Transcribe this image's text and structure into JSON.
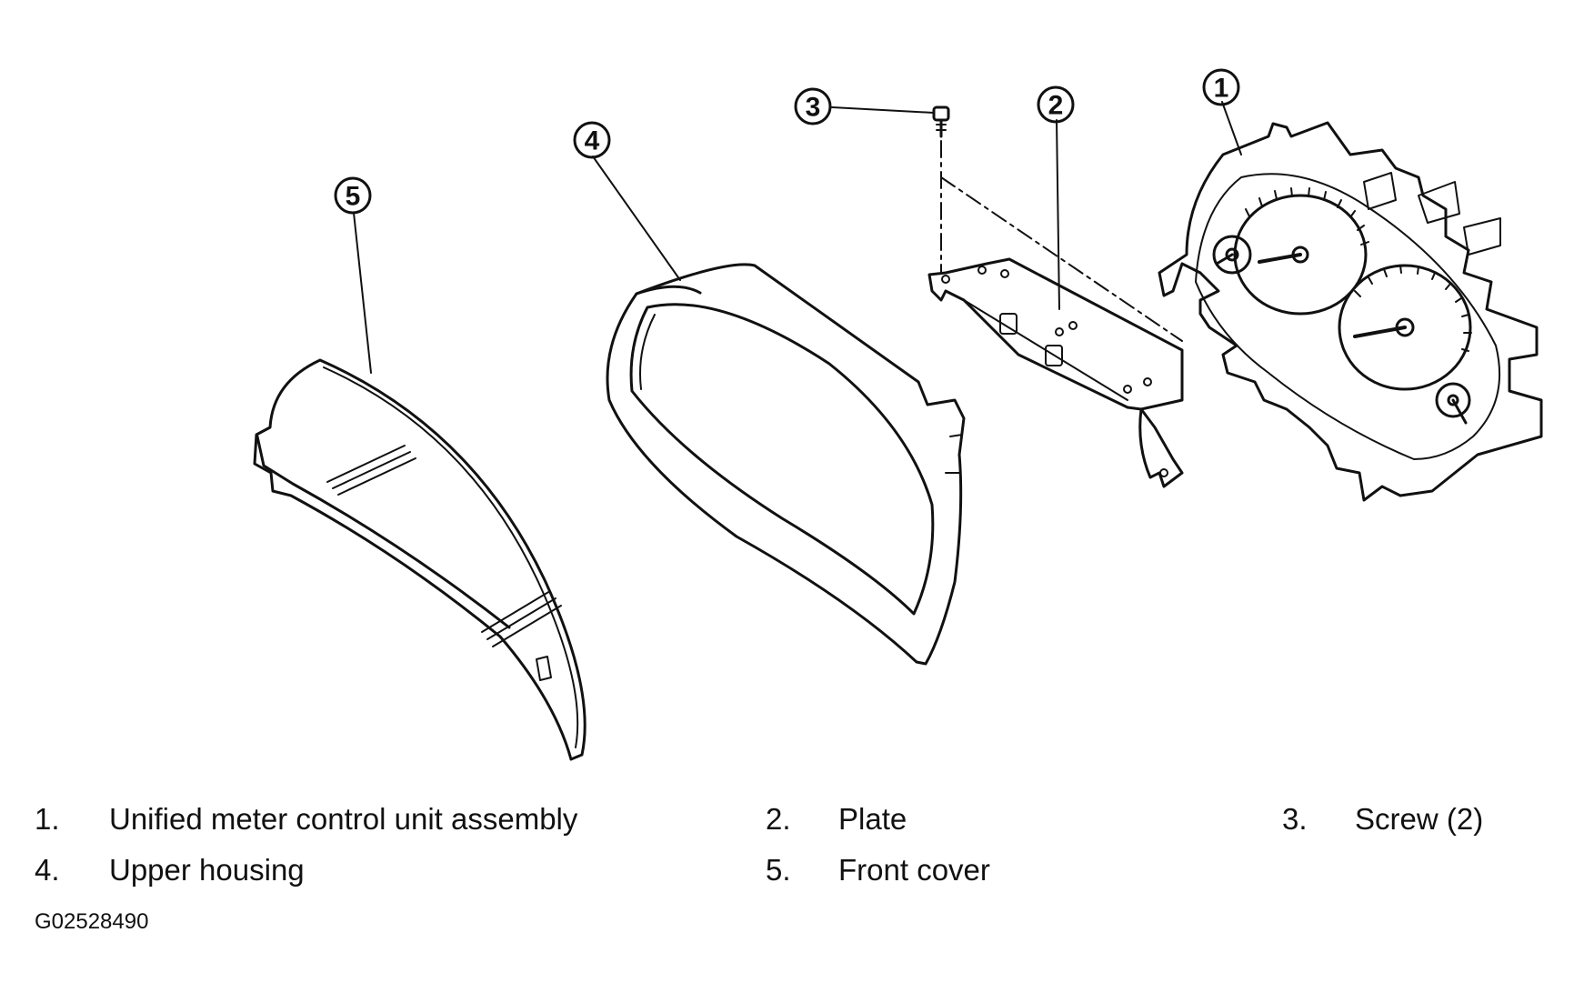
{
  "callouts": [
    "1",
    "2",
    "3",
    "4",
    "5"
  ],
  "legend": [
    {
      "num": "1.",
      "text": "Unified meter control unit assembly"
    },
    {
      "num": "2.",
      "text": "Plate"
    },
    {
      "num": "3.",
      "text": "Screw (2)"
    },
    {
      "num": "4.",
      "text": "Upper housing"
    },
    {
      "num": "5.",
      "text": "Front cover"
    }
  ],
  "figure_id": "G02528490"
}
